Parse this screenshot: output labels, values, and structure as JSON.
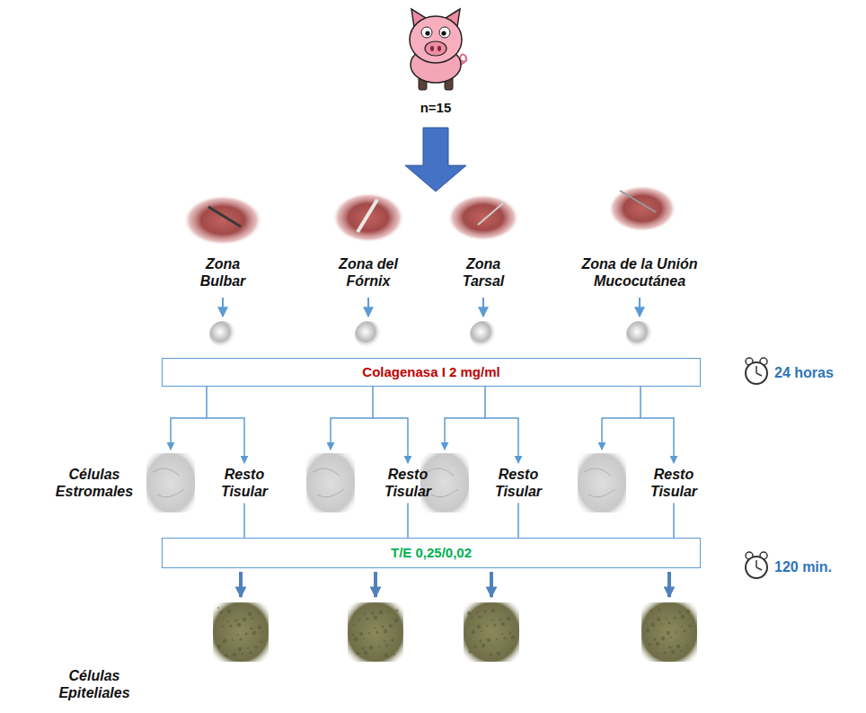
{
  "diagram": {
    "nodes": [
      {
        "text": [
          "n=15"
        ]
      },
      {
        "text": [
          "Zona Bulbar"
        ]
      },
      {
        "text": [
          "Zona del Fórnix"
        ]
      },
      {
        "text": [
          "Zona Tarsal"
        ]
      },
      {
        "text": [
          "Zona de la Unión Mucocutánea"
        ]
      },
      {
        "text": [
          "Colagenasa I 2 mg/ml"
        ]
      },
      {
        "text": [
          "Resto Tisular"
        ]
      },
      {
        "text": [
          "Resto Tisular"
        ]
      },
      {
        "text": [
          "Resto Tisular"
        ]
      },
      {
        "text": [
          "Resto Tisular"
        ]
      },
      {
        "text": [
          "T/E 0,25/0,02"
        ]
      }
    ],
    "edges": [
      {
        "from": 5,
        "to": 6,
        "arrow": "to"
      },
      {
        "from": 5,
        "to": 7,
        "arrow": "to"
      },
      {
        "from": 5,
        "to": 8,
        "arrow": "to"
      },
      {
        "from": 5,
        "to": 9,
        "arrow": "to"
      },
      {
        "from": 6,
        "to": 10,
        "arrow": "none"
      },
      {
        "from": 7,
        "to": 10,
        "arrow": "none"
      },
      {
        "from": 8,
        "to": 10,
        "arrow": "none"
      },
      {
        "from": 9,
        "to": 10,
        "arrow": "none"
      }
    ],
    "labels": [
      "24 horas",
      "Células Estromales",
      "120 min.",
      "Células Epiteliales"
    ]
  }
}
